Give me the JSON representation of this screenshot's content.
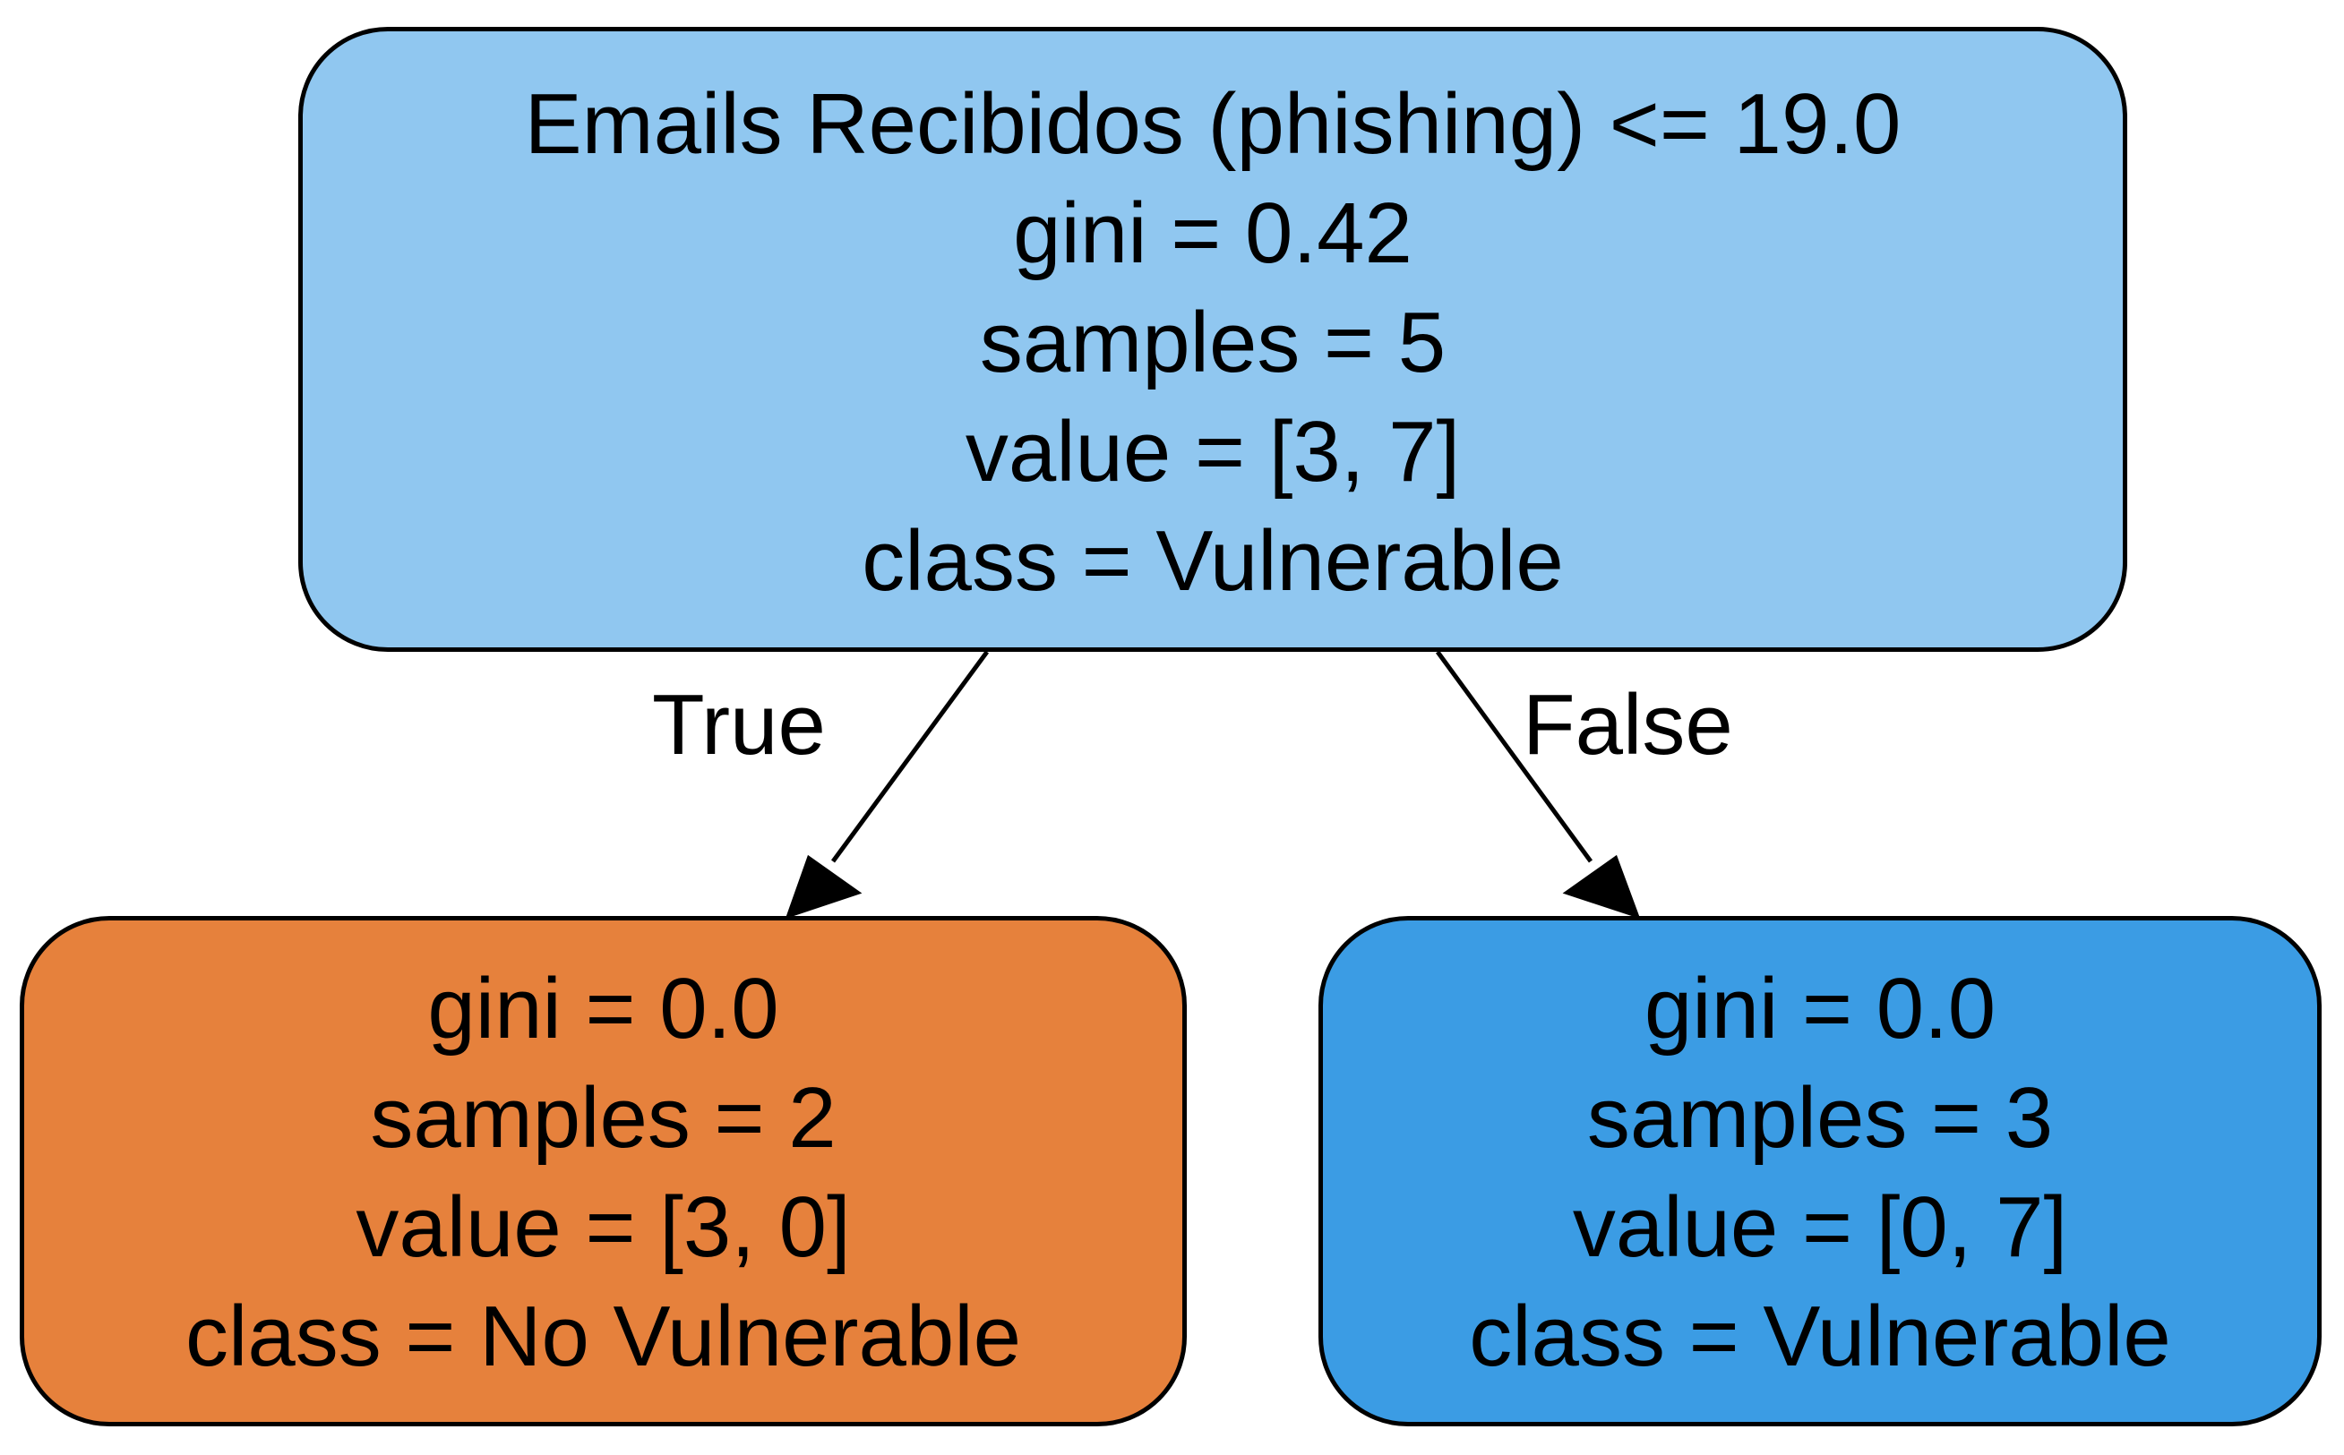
{
  "tree": {
    "root": {
      "lines": [
        "Emails Recibidos (phishing) <= 19.0",
        "gini = 0.42",
        "samples = 5",
        "value = [3, 7]",
        "class = Vulnerable"
      ],
      "fill": "#90c7f0"
    },
    "left": {
      "lines": [
        "gini = 0.0",
        "samples = 2",
        "value = [3, 0]",
        "class = No Vulnerable"
      ],
      "fill": "#e6813c"
    },
    "right": {
      "lines": [
        "gini = 0.0",
        "samples = 3",
        "value = [0, 7]",
        "class = Vulnerable"
      ],
      "fill": "#3b9ce4"
    },
    "edges": {
      "true_label": "True",
      "false_label": "False"
    },
    "colors": {
      "stroke": "#000000",
      "text": "#000000",
      "background": "#ffffff"
    }
  }
}
